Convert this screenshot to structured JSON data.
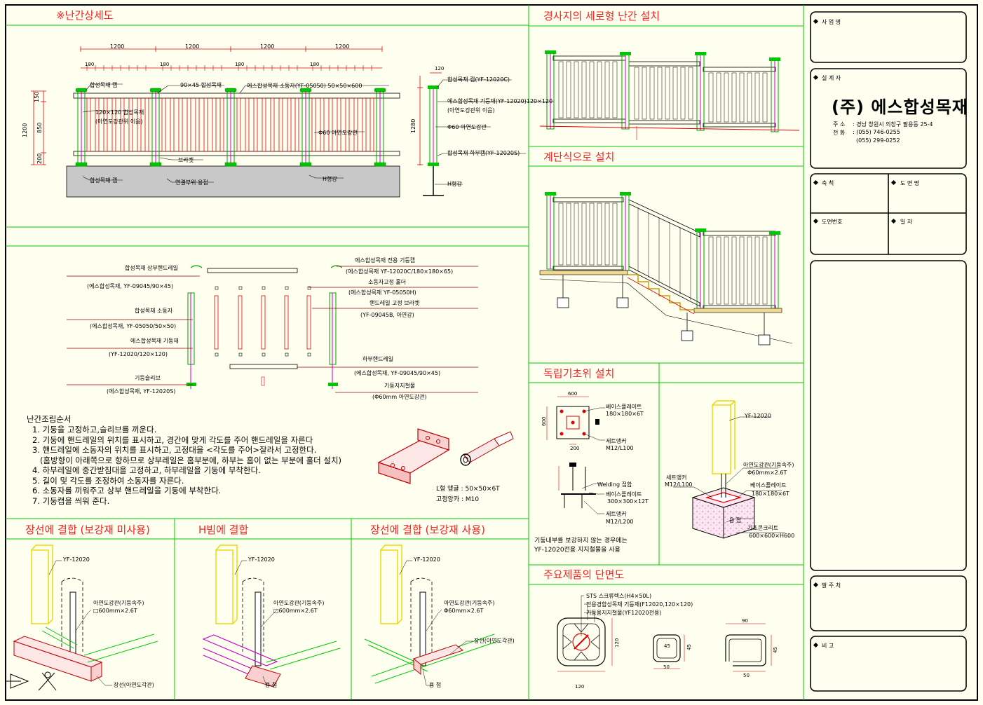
{
  "sections": {
    "railing_detail": "※난간상세도",
    "slope_vertical": "경사지의 세로형 난간 설치",
    "stair_install": "계단식으로 설치",
    "independent_footing": "독립기초위 설치",
    "main_sections": "주요제품의 단면도",
    "joint_no_reinforce": "장선에 결합 (보강재 미사용)",
    "hbeam_joint": "H빔에 결합",
    "joint_reinforce": "장선에 결합 (보강재 사용)"
  },
  "elevation": {
    "dims_1200": [
      "1200",
      "1200",
      "1200",
      "1200"
    ],
    "dim_180": "180",
    "dim_120": "120",
    "left_dims": [
      "150",
      "850",
      "200"
    ],
    "total_height": "1200",
    "post_height": "1280",
    "labels": {
      "cap": "합성목재 캡",
      "post_120": "120×120 합성목재",
      "post_120_sub": "(아연도강관위 이음)",
      "rail_90": "90×45 합성목재",
      "baluster": "에스합성목재 소동자(YF-05050) 50×50×600",
      "pipe": "Φ60 아연도강관",
      "bracket": "브라켓",
      "base_cap": "합성목재 캡",
      "weld": "연결부위 용접",
      "hbeam": "H형강",
      "r_cap": "합성목재 캡(YF-12020C)",
      "r_post": "에스합성목재 기둥재(YF-12020)120×120",
      "r_post_sub": "(아연도강관위 이음)",
      "r_pipe": "Φ60 아연도강관",
      "r_lower": "합성목재 하부캡(YF-12020S)",
      "r_hbeam": "H형강"
    }
  },
  "exploded": {
    "upper_rail": "합성목재 상부핸드레일",
    "upper_rail_sub": "(에스합성목재, YF-09045/90×45)",
    "baluster": "합성목재 소동자",
    "baluster_sub": "(에스합성목재, YF-05050/50×50)",
    "post": "에스합성목재 기둥재",
    "post_sub": "(YF-12020/120×120)",
    "sleeve": "기둥슬리브",
    "sleeve_sub": "(에스합성목재, YF-12020S)",
    "cap": "에스합성목재 전용 기둥캡",
    "cap_sub": "(에스합성목재 YF-12020C/180×180×65)",
    "fix_holder": "소동자고정 홀더",
    "fix_holder_sub": "(에스합성목재 YF-05050H)",
    "handrail_bracket": "핸드레일 고정 브라켓",
    "handrail_bracket_sub": "(YF-09045B, 아연강)",
    "lower_rail": "하부핸드레일",
    "lower_rail_sub": "(에스합성목재, YF-09045/90×45)",
    "post_reinforce": "기둥지지철물",
    "post_reinforce_sub": "(Φ60mm 아연도강관)"
  },
  "assembly": {
    "title": "난간조립순서",
    "steps": [
      "1. 기둥을 고정하고,슬리브를 끼운다.",
      "2. 기둥에 핸드레일의 위치를 표시하고, 경간에 맞게 각도를 주어 핸드레일을 자른다",
      "3. 핸드레일에 소동자의 위치를 표시하고, 고정대을 <각도를 주어>잘라서 고정한다.",
      "   (홈방향이 아래쪽으로 향하므로 상부레일은 홈부분에, 하부는 홈이 없는 부분에 홀더 설치)",
      "4. 하부레일에 중간받침대을 고정하고, 하부레일을 기둥에 부착한다.",
      "5. 길이 및 각도를 조정하여 소동자를 자른다.",
      "6. 소동자를 끼워주고 상부 핸드레일을 기둥에 부착한다.",
      "7. 기둥캡을 씌워 준다."
    ],
    "angle_label": "L형 앵글 : 50×50×6T",
    "anchor_label": "고정앙카 : M10"
  },
  "footing": {
    "dim_top": "600",
    "dim_left": "600",
    "dim_inner": "200",
    "base_plate": "베이스플레이트",
    "base_plate_spec": "180×180×6T",
    "set_anchor": "세트앵커",
    "set_anchor_spec": "M12/L100",
    "welding": "Welding 접합",
    "base_plate2": "베이스플레이트",
    "base_plate2_spec": "300×300×12T",
    "set_anchor2": "세트앵커",
    "set_anchor2_spec": "M12/L200",
    "note1": "기둥내부를 보강하지 않는 경우에는",
    "note2": "YF-12020전용 지지철물을 사용",
    "post_id": "YF-12020",
    "pipe": "아연도강관(기둥속주)",
    "pipe_spec": "Φ60mm×2.6T",
    "set_anchor3": "세트앵커",
    "set_anchor3_spec": "M12/L100",
    "base_plate3": "베이스플레이트",
    "base_plate3_spec": "180×180×6T",
    "weld": "용 접",
    "concrete": "기초콘크리트",
    "concrete_spec": "600×600×H600"
  },
  "sections_detail": {
    "screw": "STS 스크류렉스(H4×50L)",
    "post": "전용경합성목재 기둥재(F12020,120×120)",
    "support": "기둥용지지철물(YF12020전용)",
    "dim_120": "120",
    "dim_45": "45",
    "dim_90": "90",
    "dim_50": "50"
  },
  "joints": {
    "post_id": "YF-12020",
    "pipe": "아연도강관(기둥속주)",
    "pipe_spec1": "□600mm×2.6T",
    "pipe_spec2": "□600mm×2.6T",
    "pipe_spec3": "Φ60mm×2.6T",
    "joist": "장선(아연도각관)",
    "weld": "용 접"
  },
  "title_block": {
    "project": "사 업 명",
    "designer": "설 계 자",
    "company": "(주) 에스합성목재",
    "addr_label": "주    소",
    "addr": ": 경남 창원시 의창구 팔용동 25-4",
    "tel_label": "전    화",
    "tel1": ": (055) 746-0255",
    "tel2": "(055) 299-0252",
    "scale": "축 척",
    "drawing_name": "도 면 명",
    "drawing_no": "도면번호",
    "date": "일 자",
    "client": "발 주 처",
    "remarks": "비 고"
  },
  "colors": {
    "frame": "#000000",
    "grid": "#00c800",
    "title": "#ff2020",
    "red_line": "#e00000",
    "magenta": "#c800c8",
    "post_green": "#00a000",
    "yellow": "#e8d800"
  }
}
